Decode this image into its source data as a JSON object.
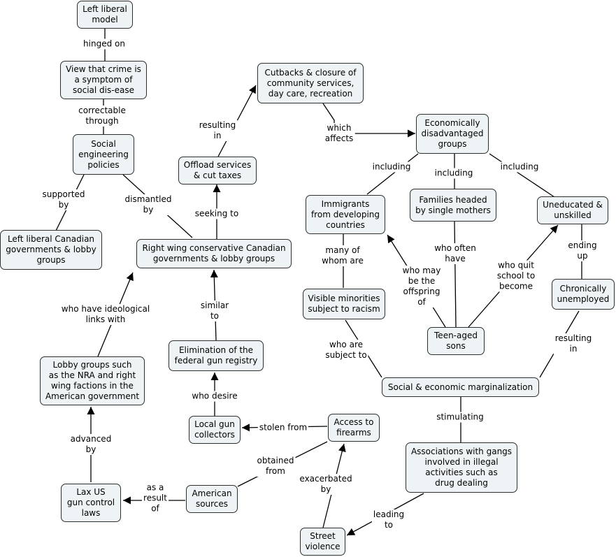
{
  "nodes": {
    "left_liberal_model": "Left liberal\nmodel",
    "crime_view": "View that crime is\na symptom of\nsocial dis-ease",
    "social_engineering": "Social\nengineering\npolicies",
    "left_liberal_govts": "Left liberal Canadian\ngovernments & lobby\ngroups",
    "right_wing_govts": "Right wing conservative Canadian\ngovernments & lobby groups",
    "offload": "Offload services\n& cut taxes",
    "cutbacks": "Cutbacks & closure of\ncommunity services,\nday care, recreation",
    "econ_disadvantaged": "Economically\ndisadvantaged\ngroups",
    "immigrants": "Immigrants\nfrom developing\ncountries",
    "families": "Families headed\nby single mothers",
    "uneducated": "Uneducated &\nunskilled",
    "chronically": "Chronically\nunemployed",
    "visible_minorities": "Visible minorities\nsubject to racism",
    "teen_sons": "Teen-aged\nsons",
    "marginalization": "Social & economic marginalization",
    "gangs": "Associations with gangs\ninvolved in illegal\nactivities such as\ndrug dealing",
    "street_violence": "Street\nviolence",
    "access_firearms": "Access to\nfirearms",
    "local_collectors": "Local gun\ncollectors",
    "elimination_registry": "Elimination of the\nfederal gun registry",
    "lobby_groups_us": "Lobby groups such\nas the NRA and right\nwing factions in the\nAmerican government",
    "lax_laws": "Lax US\ngun control\nlaws",
    "american_sources": "American\nsources"
  },
  "links": {
    "hinged_on": "hinged on",
    "correctable_through": "correctable\nthrough",
    "supported_by": "supported\nby",
    "dismantled_by": "dismantled\nby",
    "seeking_to": "seeking to",
    "resulting_in_1": "resulting\nin",
    "which_affects": "which\naffects",
    "including_1": "including",
    "including_2": "including",
    "including_3": "including",
    "many_of_whom": "many of\nwhom are",
    "who_often_have": "who often\nhave",
    "who_may_be": "who may\nbe the\noffspring\nof",
    "who_quit": "who quit\nschool to\nbecome",
    "ending_up": "ending\nup",
    "resulting_in_2": "resulting\nin",
    "who_are_subject": "who are\nsubject to",
    "stimulating": "stimulating",
    "leading_to": "leading\nto",
    "exacerbated_by": "exacerbated\nby",
    "obtained_from": "obtained\nfrom",
    "stolen_from": "stolen from",
    "who_desire": "who desire",
    "similar_to": "similar\nto",
    "who_have_links": "who have ideological\nlinks with",
    "advanced_by": "advanced\nby",
    "as_a_result_of": "as a\nresult\nof"
  }
}
